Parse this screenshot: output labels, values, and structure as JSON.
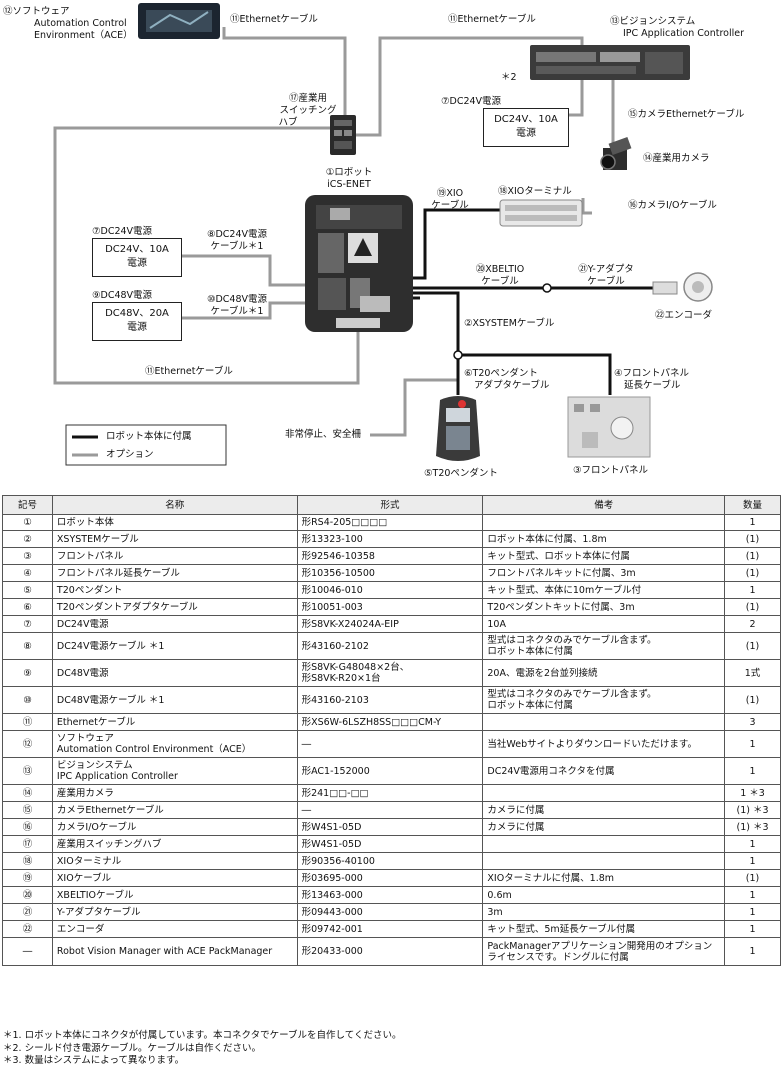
{
  "diagram": {
    "ace_label": [
      "⑫ソフトウェア",
      "Automation Control",
      "Environment（ACE）"
    ],
    "eth_cable_a": "⑪Ethernetケーブル",
    "eth_cable_b": "⑪Ethernetケーブル",
    "eth_cable_c": "⑪Ethernetケーブル",
    "vision_label": [
      "⑬ビジョンシステム",
      "IPC Application Controller"
    ],
    "note2": "＊2",
    "dc24_top_label": "⑦DC24V電源",
    "dc24_top_box": [
      "DC24V、10A",
      "電源"
    ],
    "camera_eth": "⑮カメラEthernetケーブル",
    "camera": "⑭産業用カメラ",
    "switch_label": [
      "⑰産業用",
      "スイッチング",
      "ハブ"
    ],
    "robot_label": [
      "①ロボット",
      "iCS-ENET"
    ],
    "xio_cable": [
      "⑲XIO",
      "ケーブル"
    ],
    "xio_terminal": "⑱XIOターミナル",
    "camera_io": "⑯カメラI/Oケーブル",
    "dc24_label": "⑦DC24V電源",
    "dc24_box": [
      "DC24V、10A",
      "電源"
    ],
    "dc24_cable": [
      "⑧DC24V電源",
      "ケーブル＊1"
    ],
    "dc48_label": "⑨DC48V電源",
    "dc48_box": [
      "DC48V、20A",
      "電源"
    ],
    "dc48_cable": [
      "⑩DC48V電源",
      "ケーブル＊1"
    ],
    "xbeltio": [
      "⑳XBELTIO",
      "ケーブル"
    ],
    "y_adapter": [
      "㉑Y-アダプタ",
      "ケーブル"
    ],
    "encoder": "㉒エンコーダ",
    "xsystem": "②XSYSTEMケーブル",
    "pendant_adapter": [
      "⑥T20ペンダント",
      "アダプタケーブル"
    ],
    "front_ext": [
      "④フロントパネル",
      "延長ケーブル"
    ],
    "estop": "非常停止、安全柵",
    "pendant": "⑤T20ペンダント",
    "front_panel": "③フロントパネル",
    "legend_attached": "ロボット本体に付属",
    "legend_option": "オプション"
  },
  "table": {
    "headers": [
      "記号",
      "名称",
      "形式",
      "備考",
      "数量"
    ],
    "rows": [
      [
        "①",
        "ロボット本体",
        "形RS4-205□□□□",
        "",
        "1"
      ],
      [
        "②",
        "XSYSTEMケーブル",
        "形13323-100",
        "ロボット本体に付属、1.8m",
        "(1)"
      ],
      [
        "③",
        "フロントパネル",
        "形92546-10358",
        "キット型式、ロボット本体に付属",
        "(1)"
      ],
      [
        "④",
        "フロントパネル延長ケーブル",
        "形10356-10500",
        "フロントパネルキットに付属、3m",
        "(1)"
      ],
      [
        "⑤",
        "T20ペンダント",
        "形10046-010",
        "キット型式、本体に10mケーブル付",
        "1"
      ],
      [
        "⑥",
        "T20ペンダントアダプタケーブル",
        "形10051-003",
        "T20ペンダントキットに付属、3m",
        "(1)"
      ],
      [
        "⑦",
        "DC24V電源",
        "形S8VK-X24024A-EIP",
        "10A",
        "2"
      ],
      [
        "⑧",
        "DC24V電源ケーブル ＊1",
        "形43160-2102",
        "型式はコネクタのみでケーブル含まず。\nロボット本体に付属",
        "(1)"
      ],
      [
        "⑨",
        "DC48V電源",
        "形S8VK-G48048×2台、\n形S8VK-R20×1台",
        "20A、電源を2台並列接続",
        "1式"
      ],
      [
        "⑩",
        "DC48V電源ケーブル ＊1",
        "形43160-2103",
        "型式はコネクタのみでケーブル含まず。\nロボット本体に付属",
        "(1)"
      ],
      [
        "⑪",
        "Ethernetケーブル",
        "形XS6W-6LSZH8SS□□□CM-Y",
        "",
        "3"
      ],
      [
        "⑫",
        "ソフトウェア\nAutomation Control Environment（ACE）",
        "―",
        "当社Webサイトよりダウンロードいただけます。",
        "1"
      ],
      [
        "⑬",
        "ビジョンシステム\nIPC Application Controller",
        "形AC1-152000",
        "DC24V電源用コネクタを付属",
        "1"
      ],
      [
        "⑭",
        "産業用カメラ",
        "形241□□-□□",
        "",
        "1 ＊3"
      ],
      [
        "⑮",
        "カメラEthernetケーブル",
        "―",
        "カメラに付属",
        "(1) ＊3"
      ],
      [
        "⑯",
        "カメラI/Oケーブル",
        "形W4S1-05D",
        "カメラに付属",
        "(1) ＊3"
      ],
      [
        "⑰",
        "産業用スイッチングハブ",
        "形W4S1-05D",
        "",
        "1"
      ],
      [
        "⑱",
        "XIOターミナル",
        "形90356-40100",
        "",
        "1"
      ],
      [
        "⑲",
        "XIOケーブル",
        "形03695-000",
        "XIOターミナルに付属、1.8m",
        "(1)"
      ],
      [
        "⑳",
        "XBELTIOケーブル",
        "形13463-000",
        "0.6m",
        "1"
      ],
      [
        "㉑",
        "Y-アダプタケーブル",
        "形09443-000",
        "3m",
        "1"
      ],
      [
        "㉒",
        "エンコーダ",
        "形09742-001",
        "キット型式、5m延長ケーブル付属",
        "1"
      ],
      [
        "―",
        "Robot Vision Manager with ACE PackManager",
        "形20433-000",
        "PackManagerアプリケーション開発用のオプションライセンスです。ドングルに付属",
        "1"
      ]
    ]
  },
  "notes": [
    "＊1. ロボット本体にコネクタが付属しています。本コネクタでケーブルを自作してください。",
    "＊2. シールド付き電源ケーブル。ケーブルは自作ください。",
    "＊3. 数量はシステムによって異なります。"
  ],
  "colors": {
    "attached_line": "#111111",
    "option_line": "#9a9a9a"
  }
}
